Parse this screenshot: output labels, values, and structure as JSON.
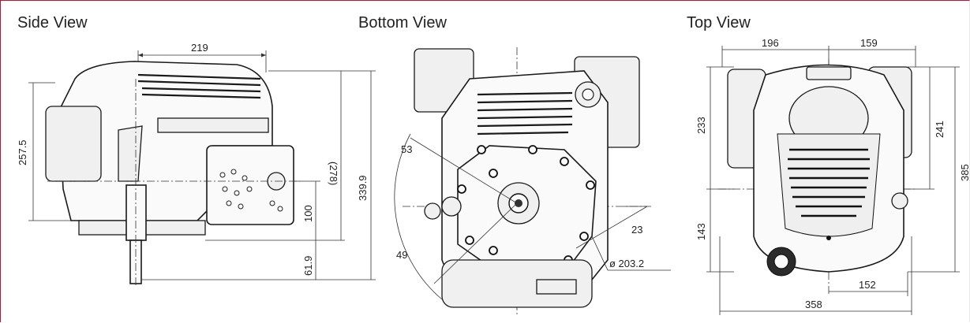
{
  "views": {
    "side": {
      "title": "Side View",
      "dims": {
        "d219": "219",
        "d257_5": "257.5",
        "d278": "(278)",
        "d339_9": "339.9",
        "d100": "100",
        "d61_9": "61.9"
      }
    },
    "bottom": {
      "title": "Bottom View",
      "dims": {
        "d53": "53",
        "d49": "49",
        "d23": "23",
        "d203_2": "ø 203.2"
      }
    },
    "top": {
      "title": "Top View",
      "dims": {
        "d196": "196",
        "d159": "159",
        "d233": "233",
        "d143": "143",
        "d241": "241",
        "d385": "385",
        "d152": "152",
        "d358": "358"
      }
    }
  }
}
